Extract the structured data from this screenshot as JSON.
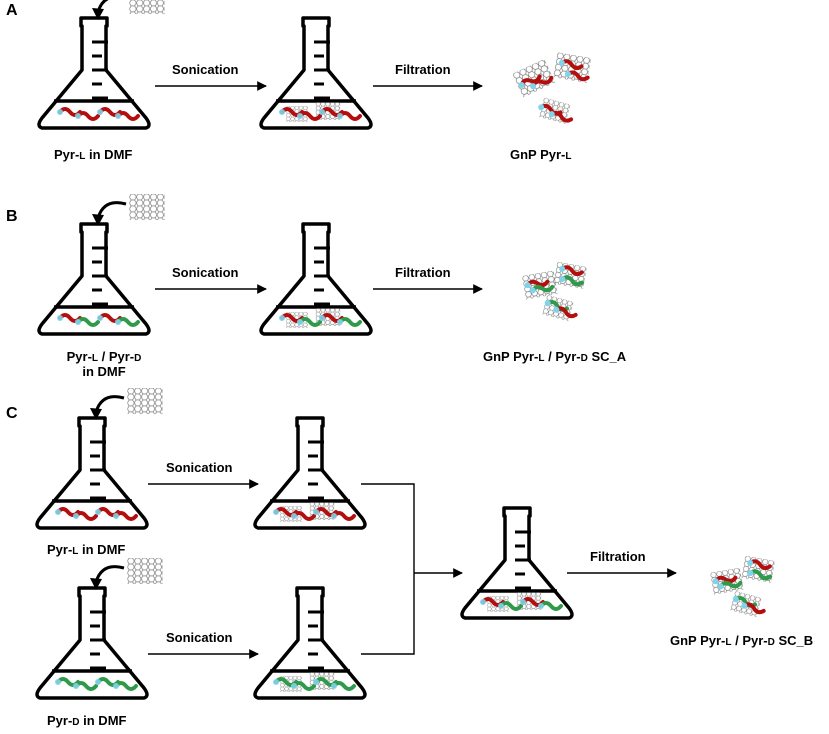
{
  "panels": {
    "a": {
      "letter": "A",
      "step1": "Sonication",
      "step2": "Filtration",
      "start_label_prefix": "Pyr-",
      "start_label_sc": "L",
      "start_label_suffix": " in DMF",
      "product_prefix": "GnP Pyr-",
      "product_sc": "L"
    },
    "b": {
      "letter": "B",
      "step1": "Sonication",
      "step2": "Filtration",
      "start_l1_a": "Pyr-",
      "start_l1_b": "L",
      "start_l1_c": " / Pyr-",
      "start_l1_d": "D",
      "start_l2": "in DMF",
      "product_a": "GnP Pyr-",
      "product_b": "L",
      "product_c": " / Pyr-",
      "product_d": "D",
      "product_e": " SC_A"
    },
    "c": {
      "letter": "C",
      "step_top": "Sonication",
      "step_bottom": "Sonication",
      "step_final": "Filtration",
      "top_prefix": "Pyr-",
      "top_sc": "L",
      "top_suffix": " in DMF",
      "bottom_prefix": "Pyr-",
      "bottom_sc": "D",
      "bottom_suffix": " in DMF",
      "product_a": "GnP Pyr-",
      "product_b": "L",
      "product_c": " / Pyr-",
      "product_d": "D",
      "product_e": " SC_B"
    }
  },
  "colors": {
    "pyr_l": "#b30f0f",
    "pyr_d": "#2e9a4a",
    "pyrene": "#7fd3ea",
    "graphene": "#777777"
  }
}
